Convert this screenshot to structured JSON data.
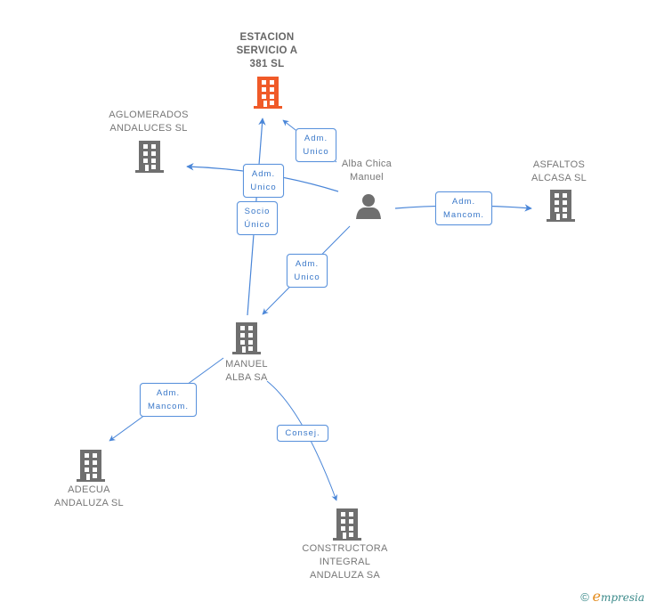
{
  "nodes": {
    "estacion": {
      "label": "ESTACION\nSERVICIO A\n381 SL",
      "type": "company",
      "highlighted": true
    },
    "aglomerados": {
      "label": "AGLOMERADOS\nANDALUCES SL",
      "type": "company"
    },
    "alba_chica": {
      "label": "Alba Chica\nManuel",
      "type": "person"
    },
    "asfaltos": {
      "label": "ASFALTOS\nALCASA SL",
      "type": "company"
    },
    "manuel_alba": {
      "label": "MANUEL\nALBA SA",
      "type": "company"
    },
    "adecua": {
      "label": "ADECUA\nANDALUZA SL",
      "type": "company"
    },
    "constructora": {
      "label": "CONSTRUCTORA\nINTEGRAL\nANDALUZA SA",
      "type": "company"
    }
  },
  "relations": [
    {
      "from": "alba_chica",
      "to": "estacion",
      "label": "Adm.\nUnico"
    },
    {
      "from": "alba_chica",
      "to": "aglomerados",
      "label": "Adm.\nUnico"
    },
    {
      "from": "manuel_alba",
      "to": "estacion",
      "label": "Socio\nÚnico"
    },
    {
      "from": "alba_chica",
      "to": "asfaltos",
      "label": "Adm.\nMancom."
    },
    {
      "from": "alba_chica",
      "to": "manuel_alba",
      "label": "Adm.\nUnico"
    },
    {
      "from": "manuel_alba",
      "to": "adecua",
      "label": "Adm.\nMancom."
    },
    {
      "from": "manuel_alba",
      "to": "constructora",
      "label": "Consej."
    }
  ],
  "colors": {
    "highlight": "#f05a28",
    "company": "#6f6f6f",
    "edge": "#4a86d8"
  },
  "footer": {
    "copyright": "©",
    "brand_initial": "e",
    "brand_rest": "mpresia"
  }
}
